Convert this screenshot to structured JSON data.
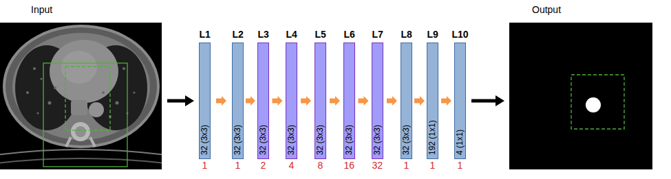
{
  "diagram": {
    "nodes": [
      {
        "text": [
          "Input"
        ]
      },
      {
        "text": [
          "L1",
          "32 (3x3)",
          "1"
        ]
      },
      {
        "text": [
          "L2",
          "32 (3x3)",
          "1"
        ]
      },
      {
        "text": [
          "L3",
          "32 (3x3)",
          "2"
        ]
      },
      {
        "text": [
          "L4",
          "32 (3x3)",
          "4"
        ]
      },
      {
        "text": [
          "L5",
          "32 (3x3)",
          "8"
        ]
      },
      {
        "text": [
          "L6",
          "32 (3x3)",
          "16"
        ]
      },
      {
        "text": [
          "L7",
          "32 (3x3)",
          "32"
        ]
      },
      {
        "text": [
          "L8",
          "32 (3x3)",
          "1"
        ]
      },
      {
        "text": [
          "L9",
          "192 (1x1)",
          "1"
        ]
      },
      {
        "text": [
          "L10",
          "4 (1x1)",
          "1"
        ]
      },
      {
        "text": [
          "Output"
        ]
      }
    ],
    "edges": [
      {
        "from": 0,
        "to": 1,
        "arrow": "to"
      },
      {
        "from": 1,
        "to": 2,
        "arrow": "to"
      },
      {
        "from": 2,
        "to": 3,
        "arrow": "to"
      },
      {
        "from": 3,
        "to": 4,
        "arrow": "to"
      },
      {
        "from": 4,
        "to": 5,
        "arrow": "to"
      },
      {
        "from": 5,
        "to": 6,
        "arrow": "to"
      },
      {
        "from": 6,
        "to": 7,
        "arrow": "to"
      },
      {
        "from": 7,
        "to": 8,
        "arrow": "to"
      },
      {
        "from": 8,
        "to": 9,
        "arrow": "to"
      },
      {
        "from": 9,
        "to": 10,
        "arrow": "to"
      },
      {
        "from": 10,
        "to": 11,
        "arrow": "to"
      }
    ]
  }
}
